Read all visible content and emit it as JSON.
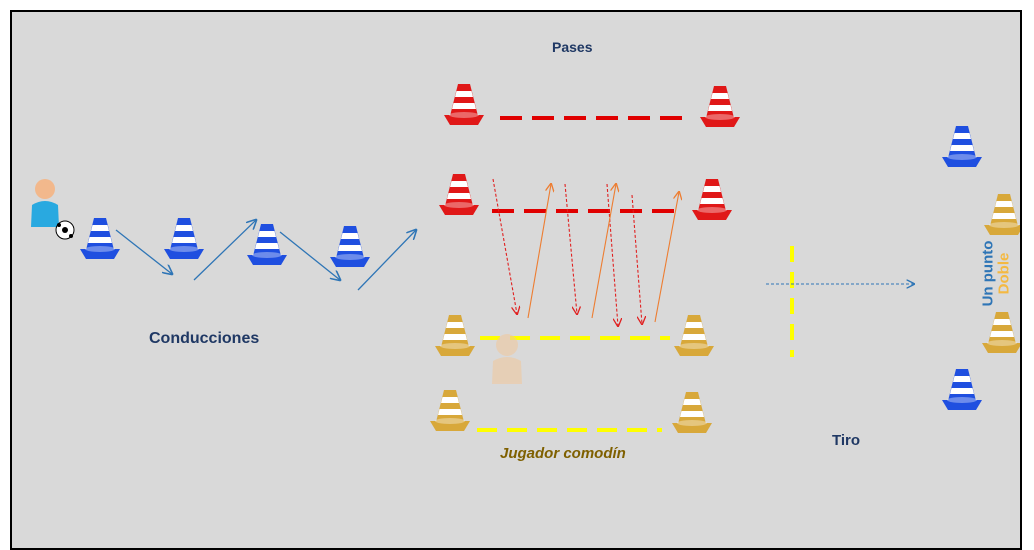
{
  "labels": {
    "pases": "Pases",
    "conducciones": "Conducciones",
    "jugador_comodin": "Jugador comodín",
    "tiro": "Tiro",
    "un_punto": "Un punto",
    "doble": "Doble"
  },
  "colors": {
    "background": "#d9d9d9",
    "blue_cone": "#1f4fe0",
    "red_cone": "#e01818",
    "gold_cone": "#d8a83a",
    "yellow_line": "#ffff00",
    "red_line": "#e00000",
    "arrow_blue": "#2e75b6",
    "arrow_orange": "#ed7d31",
    "arrow_red": "#e02020"
  },
  "icons": [
    "cone-icon",
    "player-icon",
    "ball-icon"
  ]
}
